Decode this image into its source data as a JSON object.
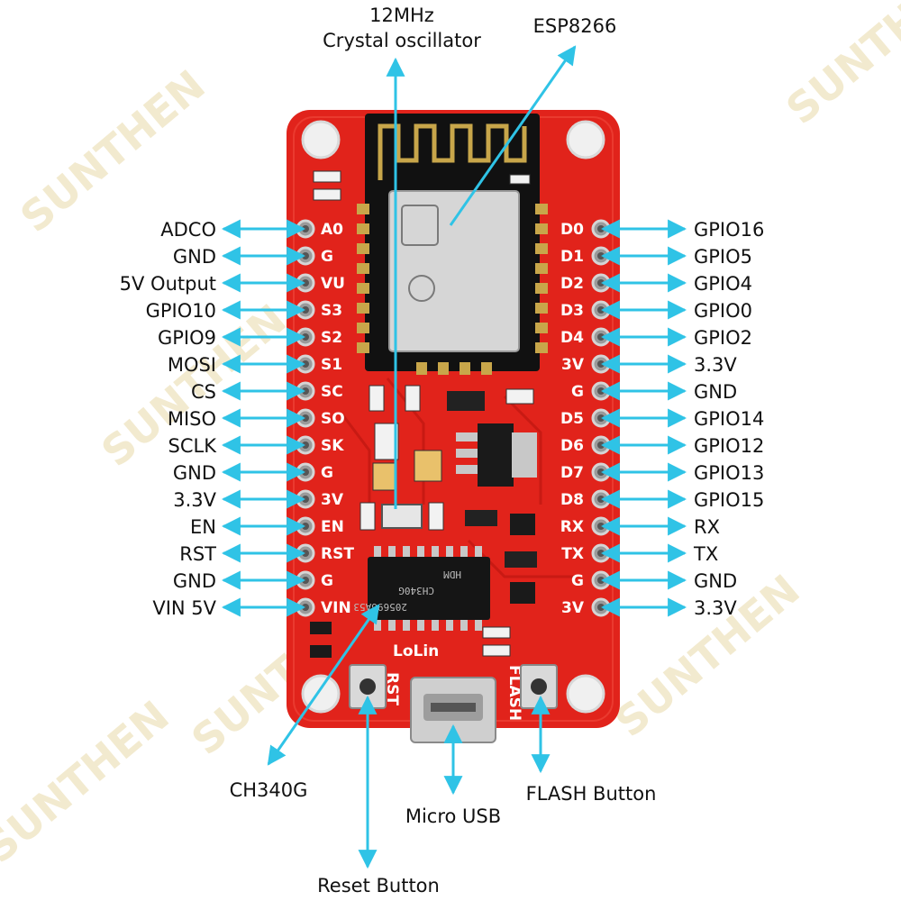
{
  "top_labels": {
    "crystal_line1": "12MHz",
    "crystal_line2": "Crystal oscillator",
    "esp": "ESP8266"
  },
  "left_pins": [
    {
      "silk": "A0",
      "label": "ADCO"
    },
    {
      "silk": "G",
      "label": "GND"
    },
    {
      "silk": "VU",
      "label": "5V Output"
    },
    {
      "silk": "S3",
      "label": "GPIO10"
    },
    {
      "silk": "S2",
      "label": "GPIO9"
    },
    {
      "silk": "S1",
      "label": "MOSI"
    },
    {
      "silk": "SC",
      "label": "CS"
    },
    {
      "silk": "SO",
      "label": "MISO"
    },
    {
      "silk": "SK",
      "label": "SCLK"
    },
    {
      "silk": "G",
      "label": "GND"
    },
    {
      "silk": "3V",
      "label": "3.3V"
    },
    {
      "silk": "EN",
      "label": "EN"
    },
    {
      "silk": "RST",
      "label": "RST"
    },
    {
      "silk": "G",
      "label": "GND"
    },
    {
      "silk": "VIN",
      "label": "VIN 5V"
    }
  ],
  "right_pins": [
    {
      "silk": "D0",
      "label": "GPIO16"
    },
    {
      "silk": "D1",
      "label": "GPIO5"
    },
    {
      "silk": "D2",
      "label": "GPIO4"
    },
    {
      "silk": "D3",
      "label": "GPIO0"
    },
    {
      "silk": "D4",
      "label": "GPIO2"
    },
    {
      "silk": "3V",
      "label": "3.3V"
    },
    {
      "silk": "G",
      "label": "GND"
    },
    {
      "silk": "D5",
      "label": "GPIO14"
    },
    {
      "silk": "D6",
      "label": "GPIO12"
    },
    {
      "silk": "D7",
      "label": "GPIO13"
    },
    {
      "silk": "D8",
      "label": "GPIO15"
    },
    {
      "silk": "RX",
      "label": "RX"
    },
    {
      "silk": "TX",
      "label": "TX"
    },
    {
      "silk": "G",
      "label": "GND"
    },
    {
      "silk": "3V",
      "label": "3.3V"
    }
  ],
  "bottom_labels": {
    "ch340": "CH340G",
    "usb": "Micro  USB",
    "flash": "FLASH Button",
    "reset": "Reset Button"
  },
  "board_silk": {
    "brand": "LoLin",
    "rst": "RST",
    "flash": "FLASH",
    "chip_marking": "CH340G",
    "chip_code": "205696A53",
    "chip_logo": "HDM"
  },
  "watermark": "SUNTHEN",
  "colors": {
    "board": "#e1231b",
    "arrow": "#2fc3e6",
    "label": "#111111",
    "silkscreen": "#ffffff"
  }
}
